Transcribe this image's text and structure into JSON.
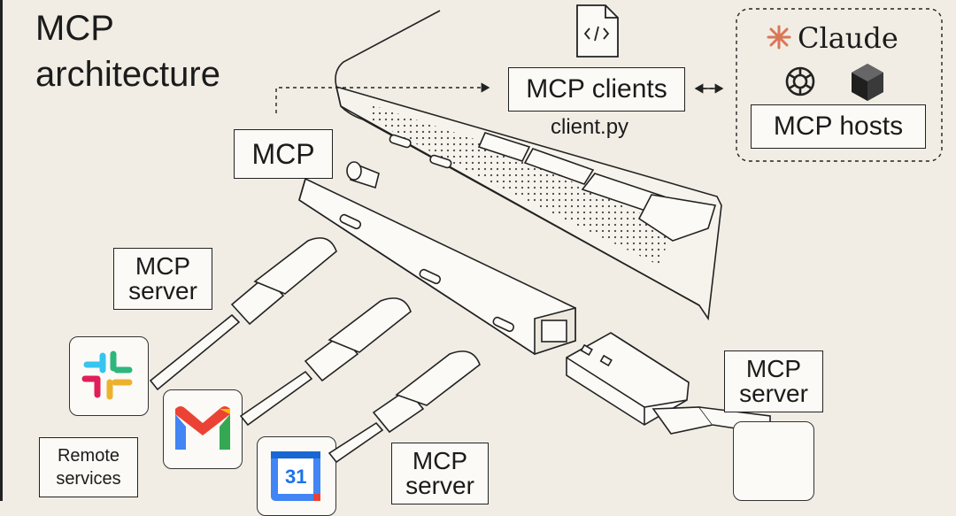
{
  "title": {
    "line1": "MCP",
    "line2": "architecture"
  },
  "clients": {
    "label": "MCP clients",
    "file": "client.py"
  },
  "hosts": {
    "brand": "Claude",
    "label": "MCP hosts"
  },
  "hub": {
    "label": "MCP"
  },
  "servers": {
    "left": {
      "line1": "MCP",
      "line2": "server"
    },
    "right": {
      "line1": "MCP",
      "line2": "server"
    },
    "bottom": {
      "line1": "MCP",
      "line2": "server"
    }
  },
  "remote": {
    "line1": "Remote",
    "line2": "services"
  },
  "apps": {
    "calendar_day": "31"
  },
  "icons": [
    "code-file-icon",
    "claude-logo-icon",
    "openai-logo-icon",
    "cube-logo-icon",
    "slack-icon",
    "gmail-icon",
    "google-calendar-icon",
    "usb-a-plug-icon"
  ],
  "colors": {
    "background": "#f1ede4",
    "claude_accent": "#d97757",
    "line": "#222222"
  }
}
